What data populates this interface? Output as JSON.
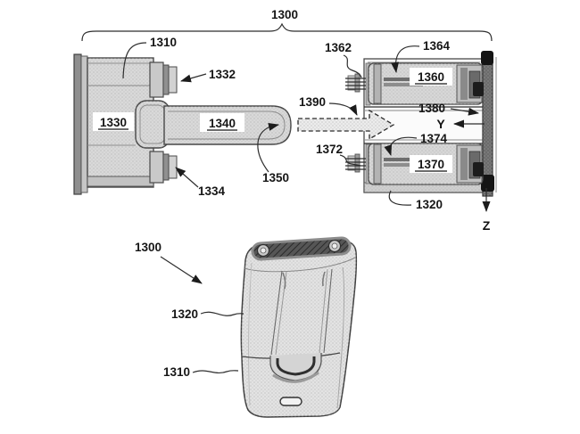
{
  "diagram": {
    "background": "#ffffff",
    "ink": "#1f1f1f",
    "body_gray": "#d9d9d9",
    "dark_gray": "#4a4a4a",
    "exploded_view": {
      "brace_label": "1300",
      "cartridge": {
        "housing_label": "1310",
        "body_label": "1330",
        "top_post_label": "1332",
        "bottom_post_label": "1334",
        "tongue_label": "1340",
        "tongue_tip_label": "1350"
      },
      "insertion_arrow_label": "1390",
      "power_module": {
        "housing_label": "1320",
        "top_contact_label": "1362",
        "top_cell_surface_label": "1364",
        "top_cell_label": "1360",
        "end_plate_label": "1380",
        "bottom_contact_label": "1372",
        "bottom_cell_surface_label": "1374",
        "bottom_cell_label": "1370",
        "axis_y": "Y",
        "axis_z": "Z"
      }
    },
    "perspective_view": {
      "assembly_label": "1300",
      "upper_housing_label": "1320",
      "lower_housing_label": "1310"
    }
  }
}
